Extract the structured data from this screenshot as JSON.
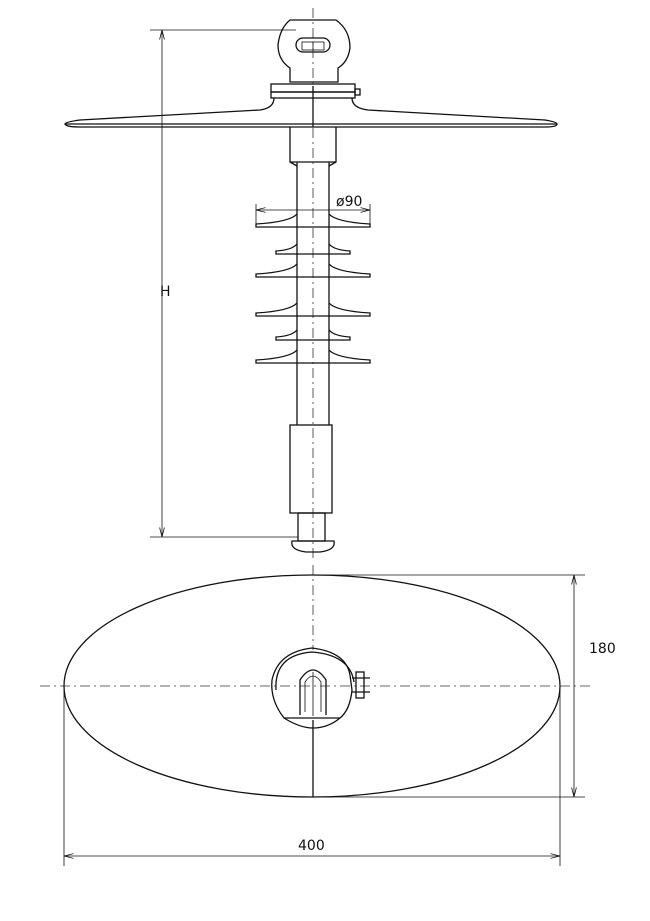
{
  "dimensions": {
    "height_label": "H",
    "shed_diameter_label": "ø90",
    "plate_width_label": "180",
    "plate_length_label": "400"
  }
}
